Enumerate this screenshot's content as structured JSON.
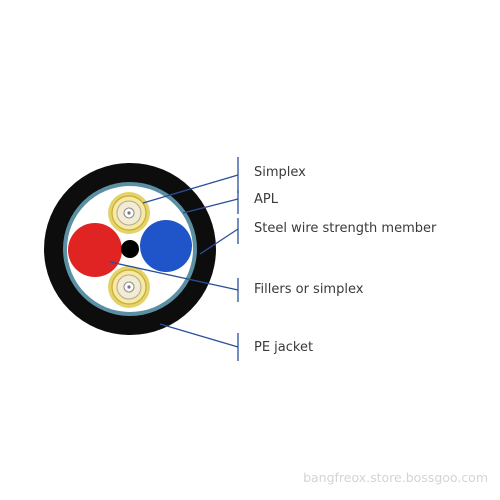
{
  "diagram": {
    "labels": {
      "simplex": "Simplex",
      "apl": "APL",
      "steel_wire": "Steel wire strength member",
      "fillers": "Fillers or simplex",
      "pe_jacket": "PE jacket"
    },
    "watermark": "bangfreox.store.bossgoo.com",
    "colors": {
      "jacket": "#0d0d0d",
      "apl_ring": "#5b8fa3",
      "core_background": "#ffffff",
      "filler_red": "#e02424",
      "filler_blue": "#1f55c8",
      "simplex_outer": "#e3d46a",
      "steel_wire": "#000000",
      "leader_line": "#2a4f9a"
    }
  }
}
